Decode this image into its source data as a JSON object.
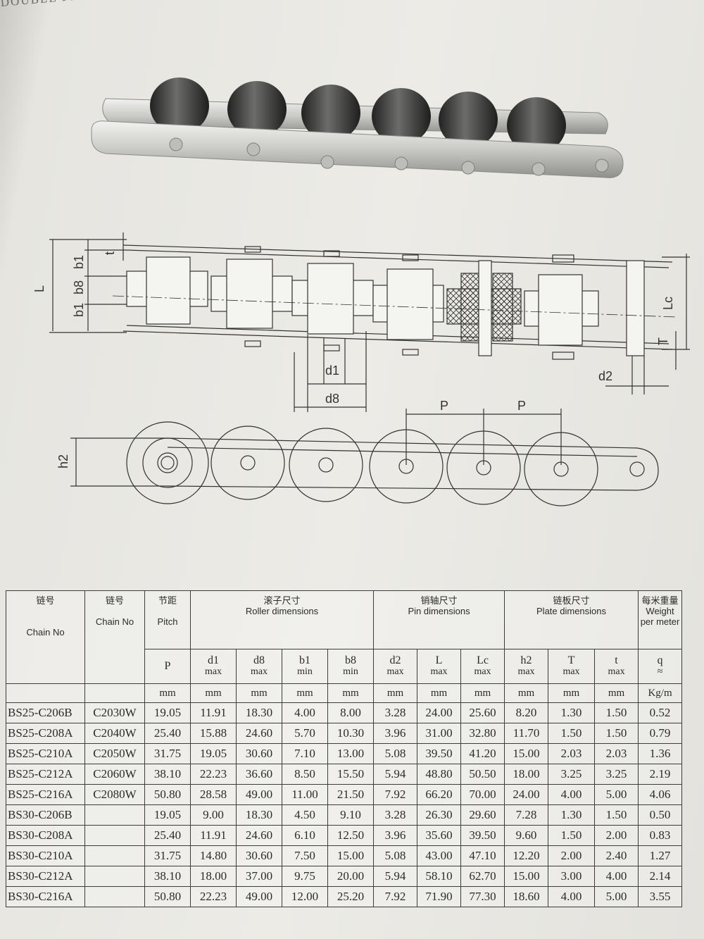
{
  "running_head": "DOUBLE PLUS CHAINS",
  "drawing_labels": {
    "L": "L",
    "b1_top": "b1",
    "b8": "b8",
    "b1_bottom": "b1",
    "t": "t",
    "d1": "d1",
    "d8": "d8",
    "Lc": "Lc",
    "T": "T",
    "d2": "d2",
    "P1": "P",
    "P2": "P",
    "h2": "h2"
  },
  "table": {
    "groups": {
      "chain_no": {
        "cn": "链号",
        "en": "Chain No"
      },
      "chain_no2": {
        "cn": "链号",
        "en": "Chain No"
      },
      "pitch": {
        "cn": "节距",
        "en": "Pitch"
      },
      "roller": {
        "cn": "滚子尺寸",
        "en": "Roller dimensions"
      },
      "pin": {
        "cn": "销轴尺寸",
        "en": "Pin dimensions"
      },
      "plate": {
        "cn": "链板尺寸",
        "en": "Plate dimensions"
      },
      "weight": {
        "cn": "每米重量",
        "en": "Weight per meter"
      }
    },
    "symbols": [
      {
        "sym": "P",
        "lim": ""
      },
      {
        "sym": "d1",
        "lim": "max"
      },
      {
        "sym": "d8",
        "lim": "max"
      },
      {
        "sym": "b1",
        "lim": "min"
      },
      {
        "sym": "b8",
        "lim": "min"
      },
      {
        "sym": "d2",
        "lim": "max"
      },
      {
        "sym": "L",
        "lim": "max"
      },
      {
        "sym": "Lc",
        "lim": "max"
      },
      {
        "sym": "h2",
        "lim": "max"
      },
      {
        "sym": "T",
        "lim": "max"
      },
      {
        "sym": "t",
        "lim": "max"
      },
      {
        "sym": "q",
        "lim": "≈"
      }
    ],
    "units": [
      "mm",
      "mm",
      "mm",
      "mm",
      "mm",
      "mm",
      "mm",
      "mm",
      "mm",
      "mm",
      "mm",
      "Kg/m"
    ],
    "rows": [
      [
        "BS25-C206B",
        "C2030W",
        "19.05",
        "11.91",
        "18.30",
        "4.00",
        "8.00",
        "3.28",
        "24.00",
        "25.60",
        "8.20",
        "1.30",
        "1.50",
        "0.52"
      ],
      [
        "BS25-C208A",
        "C2040W",
        "25.40",
        "15.88",
        "24.60",
        "5.70",
        "10.30",
        "3.96",
        "31.00",
        "32.80",
        "11.70",
        "1.50",
        "1.50",
        "0.79"
      ],
      [
        "BS25-C210A",
        "C2050W",
        "31.75",
        "19.05",
        "30.60",
        "7.10",
        "13.00",
        "5.08",
        "39.50",
        "41.20",
        "15.00",
        "2.03",
        "2.03",
        "1.36"
      ],
      [
        "BS25-C212A",
        "C2060W",
        "38.10",
        "22.23",
        "36.60",
        "8.50",
        "15.50",
        "5.94",
        "48.80",
        "50.50",
        "18.00",
        "3.25",
        "3.25",
        "2.19"
      ],
      [
        "BS25-C216A",
        "C2080W",
        "50.80",
        "28.58",
        "49.00",
        "11.00",
        "21.50",
        "7.92",
        "66.20",
        "70.00",
        "24.00",
        "4.00",
        "5.00",
        "4.06"
      ],
      [
        "BS30-C206B",
        "",
        "19.05",
        "9.00",
        "18.30",
        "4.50",
        "9.10",
        "3.28",
        "26.30",
        "29.60",
        "7.28",
        "1.30",
        "1.50",
        "0.50"
      ],
      [
        "BS30-C208A",
        "",
        "25.40",
        "11.91",
        "24.60",
        "6.10",
        "12.50",
        "3.96",
        "35.60",
        "39.50",
        "9.60",
        "1.50",
        "2.00",
        "0.83"
      ],
      [
        "BS30-C210A",
        "",
        "31.75",
        "14.80",
        "30.60",
        "7.50",
        "15.00",
        "5.08",
        "43.00",
        "47.10",
        "12.20",
        "2.00",
        "2.40",
        "1.27"
      ],
      [
        "BS30-C212A",
        "",
        "38.10",
        "18.00",
        "37.00",
        "9.75",
        "20.00",
        "5.94",
        "58.10",
        "62.70",
        "15.00",
        "3.00",
        "4.00",
        "2.14"
      ],
      [
        "BS30-C216A",
        "",
        "50.80",
        "22.23",
        "49.00",
        "12.00",
        "25.20",
        "7.92",
        "71.90",
        "77.30",
        "18.60",
        "4.00",
        "5.00",
        "3.55"
      ]
    ]
  }
}
